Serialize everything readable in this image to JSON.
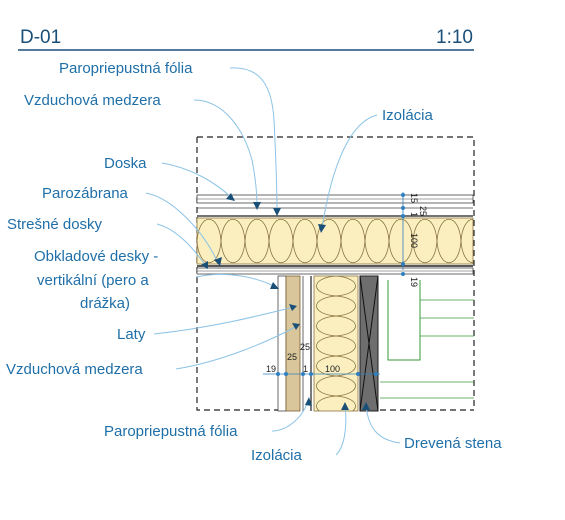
{
  "header": {
    "code": "D-01",
    "scale": "1:10"
  },
  "labels": {
    "paropriepustna_folia_top": "Paropriepustná fólia",
    "vzduchova_medzera_top": "Vzduchová medzera",
    "izolacia_top": "Izolácia",
    "doska": "Doska",
    "parozabrana": "Parozábrana",
    "stresne_dosky": "Strešné dosky",
    "obkladove_line1": "Obkladové desky -",
    "obkladove_line2": "vertikální (pero a",
    "obkladove_line3": "drážka)",
    "laty": "Laty",
    "vzduchova_medzera_bottom": "Vzduchová medzera",
    "paropriepustna_folia_bottom": "Paropriepustná fólia",
    "izolacia_bottom": "Izolácia",
    "drevena_stena": "Drevená stena"
  },
  "dimensions": {
    "roof": [
      "15",
      "25",
      "1",
      "100",
      "19"
    ],
    "wall": [
      "19",
      "25",
      "1",
      "100",
      "25"
    ]
  },
  "colors": {
    "label_text": "#1f6fa8",
    "header_text": "#1a4f78",
    "leader_line": "#8cc3e6",
    "insulation_fill": "#fbefc0",
    "timber_grey": "#6e6e6e",
    "batten_fill": "#d9c69a",
    "dimension_marker": "#2f7fc0",
    "membrane_green": "#3a9a3a"
  }
}
